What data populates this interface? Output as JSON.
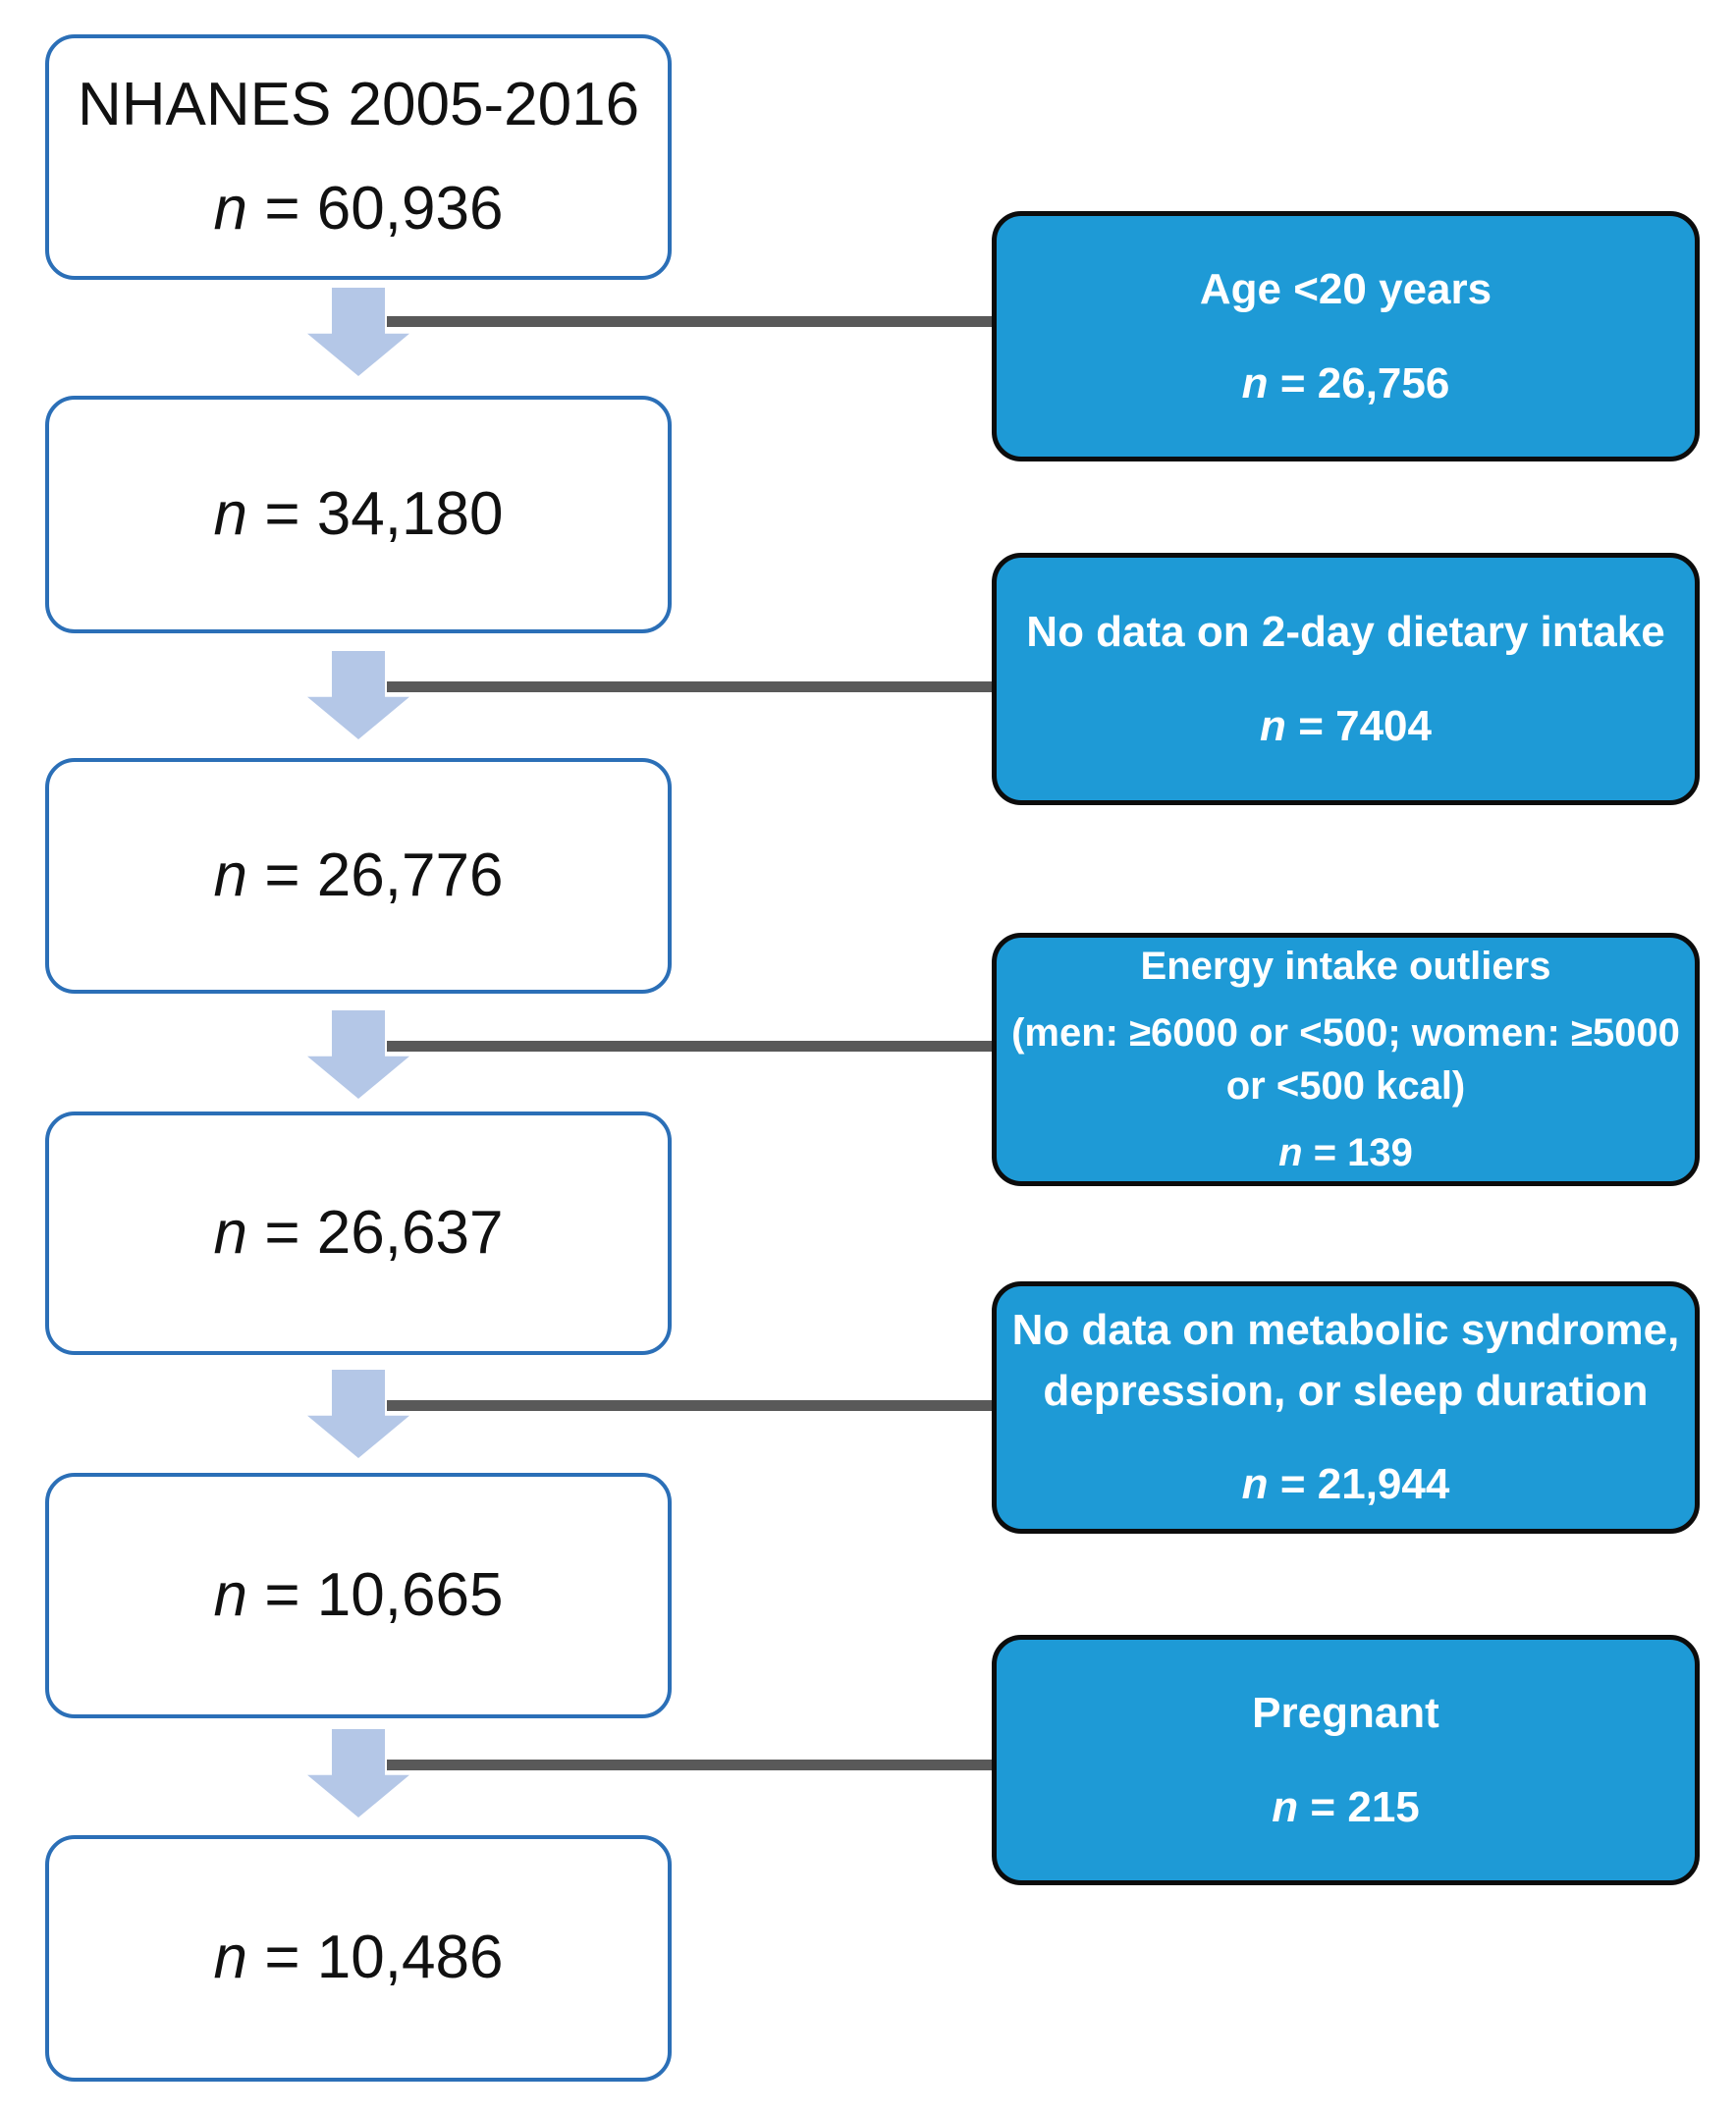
{
  "figure": {
    "description": "Participant selection flow diagram",
    "population_boxes": [
      {
        "title": "NHANES 2005-2016",
        "n_symbol": "n",
        "n_value": "= 60,936"
      },
      {
        "title": "",
        "n_symbol": "n",
        "n_value": "= 34,180"
      },
      {
        "title": "",
        "n_symbol": "n",
        "n_value": "= 26,776"
      },
      {
        "title": "",
        "n_symbol": "n",
        "n_value": "= 26,637"
      },
      {
        "title": "",
        "n_symbol": "n",
        "n_value": "= 10,665"
      },
      {
        "title": "",
        "n_symbol": "n",
        "n_value": "= 10,486"
      }
    ],
    "exclusion_boxes": [
      {
        "label": "Age <20 years",
        "detail": "",
        "n_symbol": "n",
        "n_value": "= 26,756"
      },
      {
        "label": "No data on 2-day dietary intake",
        "detail": "",
        "n_symbol": "n",
        "n_value": "= 7404"
      },
      {
        "label": "Energy intake outliers",
        "detail": "(men: ≥6000 or <500; women: ≥5000 or <500 kcal)",
        "n_symbol": "n",
        "n_value": "= 139"
      },
      {
        "label": "No data on metabolic syndrome, depression, or sleep duration",
        "detail": "",
        "n_symbol": "n",
        "n_value": "= 21,944"
      },
      {
        "label": "Pregnant",
        "detail": "",
        "n_symbol": "n",
        "n_value": "= 215"
      }
    ],
    "colors": {
      "exclusion_fill": "#1E9AD6",
      "exclusion_border": "#0c0c0c",
      "population_border": "#2B6FB7",
      "arrow_fill": "#B4C7E7",
      "connector": "#595959"
    }
  }
}
